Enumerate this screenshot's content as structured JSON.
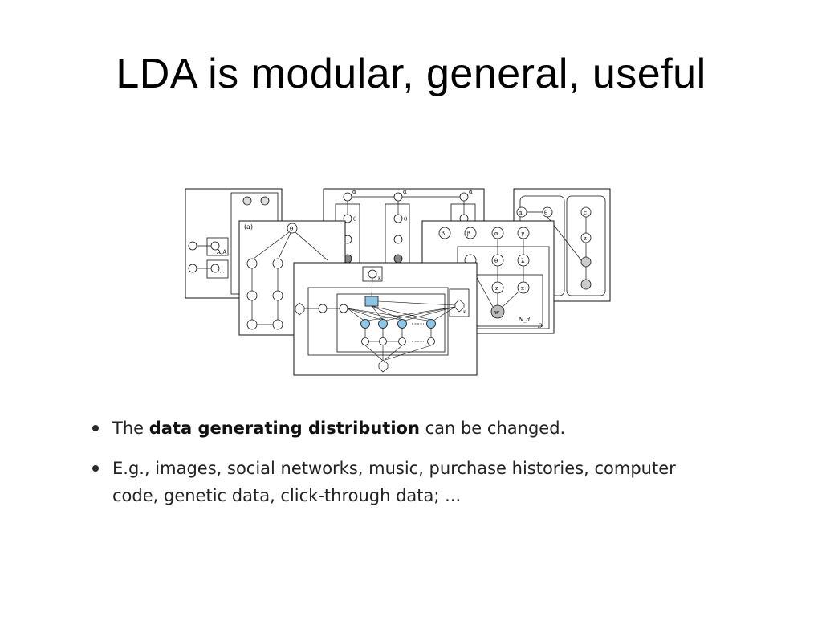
{
  "slide": {
    "title": "LDA is modular, general, useful",
    "bullets": [
      {
        "prefix": "The ",
        "bold": "data generating distribution",
        "suffix": " can be changed."
      },
      {
        "text": "E.g., images, social networks, music, purchase histories, computer code, genetic data, click-through data; ..."
      }
    ]
  },
  "figure": {
    "panel_a_label": "(a)",
    "labels": {
      "alpha": "α",
      "theta": "θ",
      "beta": "β",
      "lambda": "λ",
      "gamma": "γ",
      "z": "z",
      "w": "w",
      "x": "x",
      "c": "c",
      "K": "K",
      "T": "T",
      "D": "D",
      "Nd": "N_d",
      "AA": "A,A"
    }
  }
}
